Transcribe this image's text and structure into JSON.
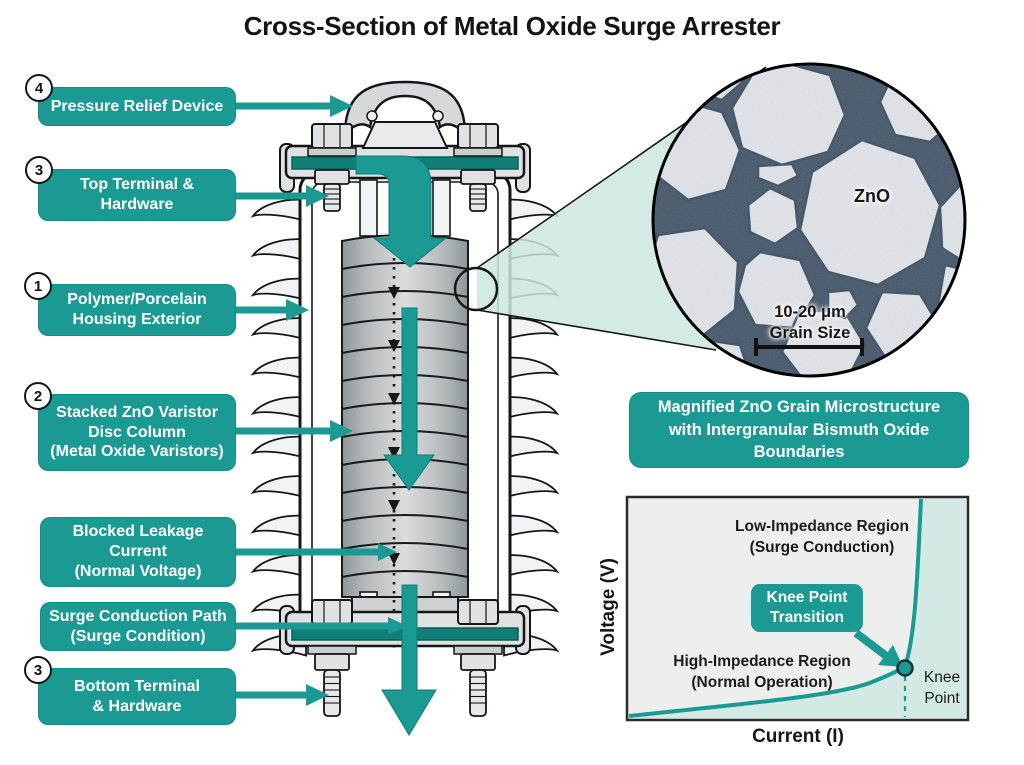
{
  "title": "Cross-Section of Metal Oxide Surge Arrester",
  "callouts": [
    {
      "number": "4",
      "lines": [
        "Pressure Relief Device"
      ]
    },
    {
      "number": "3",
      "lines": [
        "Top Terminal &",
        "Hardware"
      ]
    },
    {
      "number": "1",
      "lines": [
        "Polymer/Porcelain",
        "Housing Exterior"
      ]
    },
    {
      "number": "2",
      "lines": [
        "Stacked ZnO Varistor",
        "Disc Column",
        "(Metal Oxide Varistors)"
      ]
    },
    {
      "lines": [
        "Blocked Leakage",
        "Current",
        "(Normal Voltage)"
      ]
    },
    {
      "lines": [
        "Surge Conduction Path",
        "(Surge Condition)"
      ]
    },
    {
      "number": "3",
      "lines": [
        "Bottom Terminal",
        "& Hardware"
      ]
    }
  ],
  "micrograph": {
    "grain_label": "ZnO",
    "scale_label_line1": "10-20 μm",
    "scale_label_line2": "Grain Size"
  },
  "caption": {
    "line1": "Magnified ZnO Grain Microstructure",
    "line2": "with Intergranular Bismuth Oxide",
    "line3": "Boundaries"
  },
  "vi_chart": {
    "ylabel": "Voltage (V)",
    "xlabel": "Current (I)",
    "low_region_line1": "Low-Impedance Region",
    "low_region_line2": "(Surge Conduction)",
    "high_region_line1": "High-Impedance Region",
    "high_region_line2": "(Normal Operation)",
    "knee_box_line1": "Knee Point",
    "knee_box_line2": "Transition",
    "knee_label_line1": "Knee",
    "knee_label_line2": "Point"
  },
  "chart_data": {
    "type": "line",
    "title": "Varistor V-I characteristic (schematic, axes not numbered)",
    "xlabel": "Current (I)",
    "ylabel": "Voltage (V)",
    "x_normalized": [
      0,
      0.15,
      0.3,
      0.45,
      0.6,
      0.72,
      0.81,
      0.87,
      0.905,
      0.93,
      0.945,
      0.955
    ],
    "y_normalized": [
      0.01,
      0.04,
      0.07,
      0.1,
      0.14,
      0.19,
      0.23,
      0.3,
      0.42,
      0.65,
      0.85,
      1.0
    ],
    "knee_point_normalized": {
      "x": 0.815,
      "y": 0.23
    },
    "annotations": [
      "Low-Impedance Region (Surge Conduction)",
      "High-Impedance Region (Normal Operation)",
      "Knee Point Transition",
      "Knee Point"
    ],
    "grid": false,
    "legend": false
  },
  "colors": {
    "teal": "#1A9A92",
    "gasket_teal": "#117E78",
    "wedge": "#CDE6E2",
    "chart_fill": "#D3E9E5",
    "chart_bg": "#EDEFEE",
    "grain_fill": "#E0E4E9",
    "grain_boundary": "#46586B",
    "ink": "#161616"
  }
}
